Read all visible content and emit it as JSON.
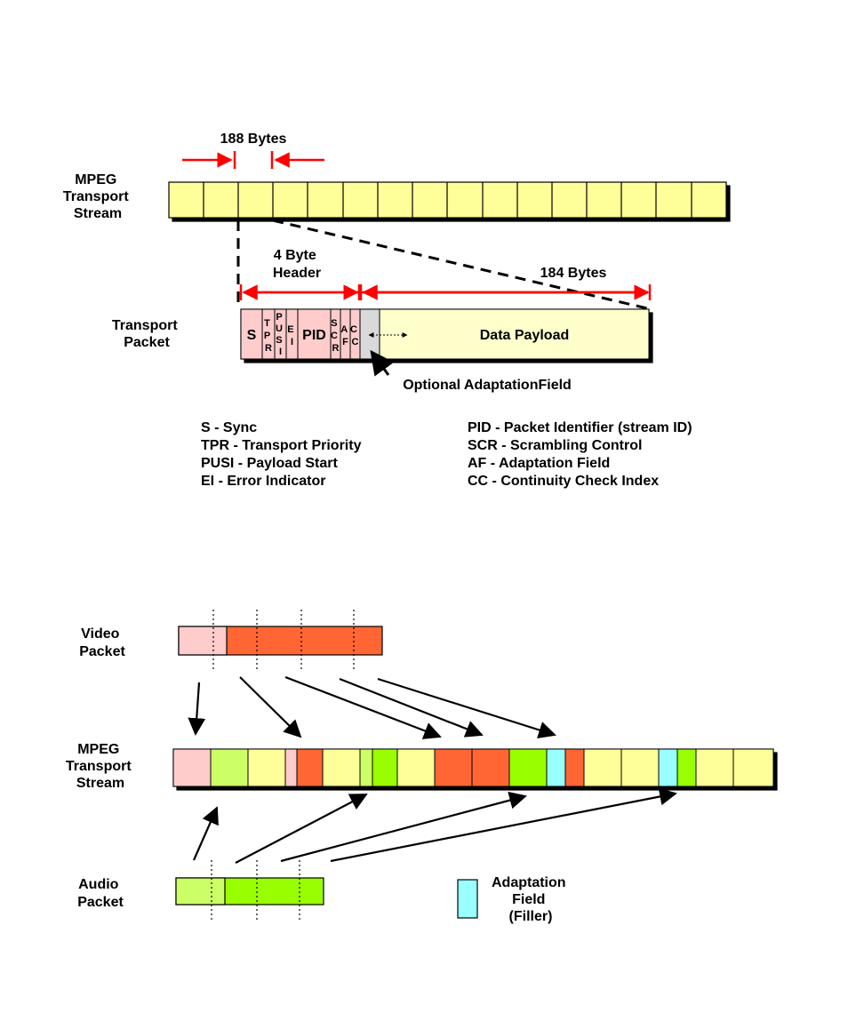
{
  "colors": {
    "cell_yellow": "#FFFF99",
    "cell_cream": "#FFFFCC",
    "header_pink": "#FFCCCC",
    "adapt_gray": "#D9D9D9",
    "video_pink": "#FFCCCC",
    "video_orange": "#FF6633",
    "audio_light": "#CCFF66",
    "audio_green": "#99FF00",
    "filler_cyan": "#99FFFF",
    "dimension_red": "#FF0000"
  },
  "top": {
    "packet_size_label": "188 Bytes",
    "stream_label": [
      "MPEG",
      "Transport",
      "Stream"
    ],
    "header_label": [
      "4 Byte",
      "Header"
    ],
    "payload_size_label": "184 Bytes",
    "packet_label": [
      "Transport",
      "Packet"
    ],
    "fields": {
      "s": "S",
      "tpr": [
        "T",
        "P",
        "R"
      ],
      "pusi": [
        "P",
        "U",
        "S",
        "I"
      ],
      "ei": [
        "E",
        "I"
      ],
      "pid": "PID",
      "scr": [
        "S",
        "C",
        "R"
      ],
      "af": [
        "A",
        "F"
      ],
      "cc": [
        "C",
        "C"
      ]
    },
    "payload_label": "Data Payload",
    "adaptation_label": "Optional AdaptationField"
  },
  "legend": {
    "left": [
      "S - Sync",
      "TPR - Transport Priority",
      "PUSI - Payload Start",
      "EI - Error Indicator"
    ],
    "right": [
      "PID - Packet Identifier (stream ID)",
      "SCR - Scrambling Control",
      "AF - Adaptation Field",
      "CC - Continuity Check Index"
    ]
  },
  "bottom": {
    "video_label": [
      "Video",
      "Packet"
    ],
    "stream_label": [
      "MPEG",
      "Transport",
      "Stream"
    ],
    "audio_label": [
      "Audio",
      "Packet"
    ],
    "filler_label": [
      "Adaptation",
      "Field",
      "(Filler)"
    ]
  }
}
